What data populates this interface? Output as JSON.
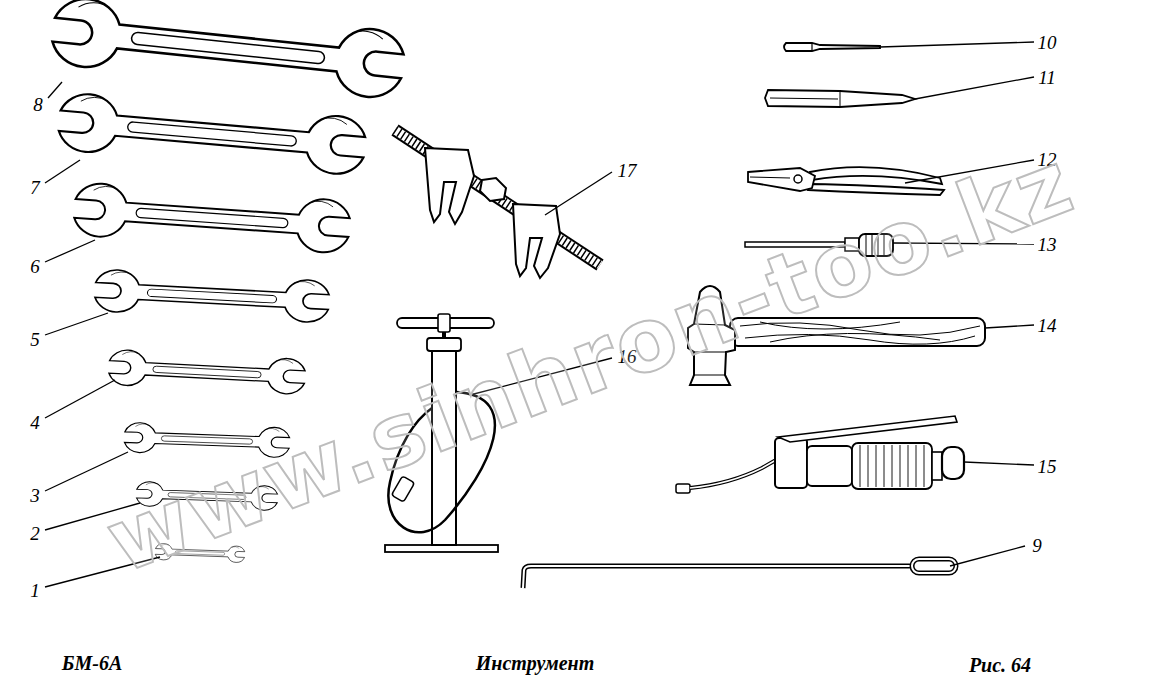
{
  "diagram": {
    "caption": "Инструмент",
    "labels": [
      "1",
      "2",
      "3",
      "4",
      "5",
      "6",
      "7",
      "8",
      "9",
      "10",
      "11",
      "12",
      "13",
      "14",
      "15",
      "16",
      "17",
      "БМ-6А",
      "Рис. 64",
      "www.sinhron-too.kz"
    ]
  }
}
